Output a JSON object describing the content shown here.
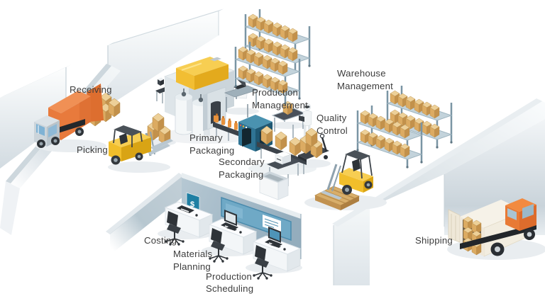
{
  "diagram": {
    "labels": {
      "receiving": "Receiving",
      "picking": "Picking",
      "primary_packaging": [
        "Primary",
        "Packaging"
      ],
      "secondary_packaging": [
        "Secondary",
        "Packaging"
      ],
      "production_management": [
        "Production",
        "Management"
      ],
      "quality_control": [
        "Quality",
        "Control"
      ],
      "warehouse_management": [
        "Warehouse",
        "Management"
      ],
      "costing": "Costing",
      "materials_planning": [
        "Materials",
        "Planning"
      ],
      "production_scheduling": [
        "Production",
        "Scheduling"
      ],
      "shipping": "Shipping"
    },
    "costing_board_symbol": "$",
    "colors": {
      "label_text": "#3d3d3d",
      "accent_orange": "#e87a3c",
      "forklift_yellow": "#f1be2b",
      "carton_tan": "#dcab62",
      "machine_blue": "#2f7494",
      "rack_steel": "#7a95a4",
      "wall_gray": "#d7dfe4",
      "office_wall_blue": "#a9bfcc",
      "screen_blue": "#6fa9c6"
    }
  }
}
